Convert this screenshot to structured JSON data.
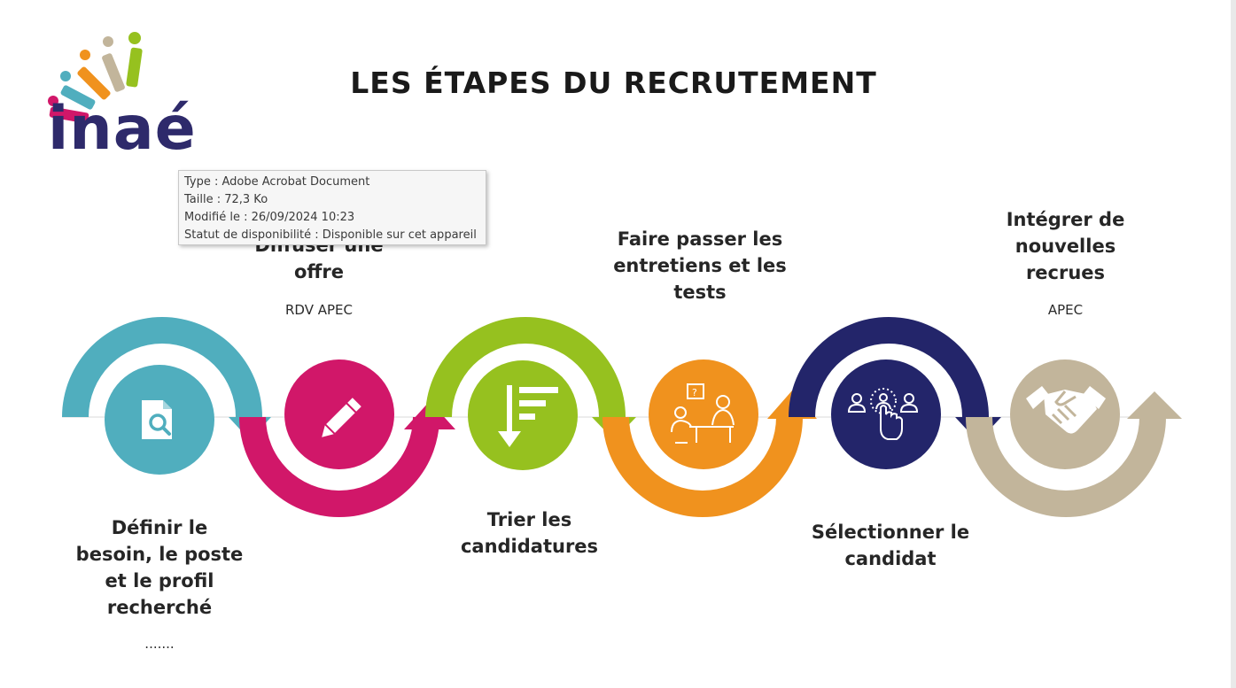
{
  "title": "LES ÉTAPES DU RECRUTEMENT",
  "logo": {
    "text": "inaé"
  },
  "colors": {
    "teal": "#50aebe",
    "magenta": "#d11769",
    "green": "#96c11f",
    "orange": "#f0921e",
    "navy": "#23256a",
    "beige": "#c2b59b"
  },
  "steps": [
    {
      "label": "Définir le besoin, le poste et le profil recherché",
      "sub": ".......",
      "icon": "document-search-icon",
      "color": "#50aebe"
    },
    {
      "label": "Diffuser une offre",
      "sub": "RDV APEC",
      "icon": "pencil-icon",
      "color": "#d11769"
    },
    {
      "label": "Trier les candidatures",
      "sub": "",
      "icon": "sort-list-icon",
      "color": "#96c11f"
    },
    {
      "label": "Faire passer les entretiens et les tests",
      "sub": "",
      "icon": "interview-icon",
      "color": "#f0921e"
    },
    {
      "label": "Sélectionner le candidat",
      "sub": "",
      "icon": "select-candidate-icon",
      "color": "#23256a"
    },
    {
      "label": "Intégrer de nouvelles recrues",
      "sub": "APEC",
      "icon": "handshake-icon",
      "color": "#c2b59b"
    }
  ],
  "tooltip": {
    "type": "Type : Adobe Acrobat Document",
    "size": "Taille : 72,3 Ko",
    "modified": "Modifié le : 26/09/2024 10:23",
    "status": "Statut de disponibilité : Disponible sur cet appareil"
  }
}
